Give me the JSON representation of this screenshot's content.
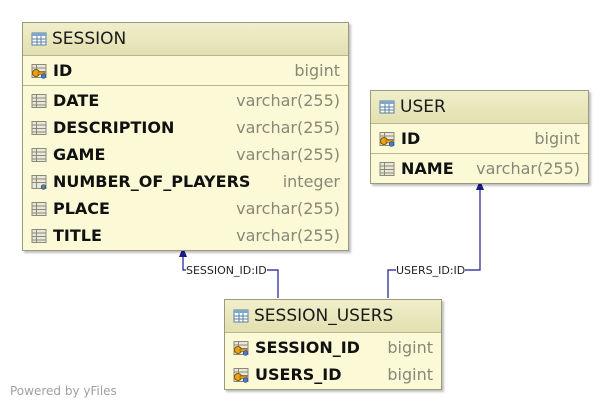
{
  "tables": {
    "session": {
      "name": "SESSION",
      "pk": [
        {
          "name": "ID",
          "type": "bigint"
        }
      ],
      "columns": [
        {
          "name": "DATE",
          "type": "varchar(255)"
        },
        {
          "name": "DESCRIPTION",
          "type": "varchar(255)"
        },
        {
          "name": "GAME",
          "type": "varchar(255)"
        },
        {
          "name": "NUMBER_OF_PLAYERS",
          "type": "integer"
        },
        {
          "name": "PLACE",
          "type": "varchar(255)"
        },
        {
          "name": "TITLE",
          "type": "varchar(255)"
        }
      ]
    },
    "user": {
      "name": "USER",
      "pk": [
        {
          "name": "ID",
          "type": "bigint"
        }
      ],
      "columns": [
        {
          "name": "NAME",
          "type": "varchar(255)"
        }
      ]
    },
    "session_users": {
      "name": "SESSION_USERS",
      "pk": [
        {
          "name": "SESSION_ID",
          "type": "bigint"
        },
        {
          "name": "USERS_ID",
          "type": "bigint"
        }
      ]
    }
  },
  "relations": [
    {
      "label": "SESSION_ID:ID",
      "from": "SESSION_USERS",
      "to": "SESSION"
    },
    {
      "label": "USERS_ID:ID",
      "from": "SESSION_USERS",
      "to": "USER"
    }
  ],
  "watermark": "Powered by yFiles",
  "colors": {
    "table_bg": "#fbf9d6",
    "edge": "#1a1a8c",
    "type_text": "#888878"
  }
}
